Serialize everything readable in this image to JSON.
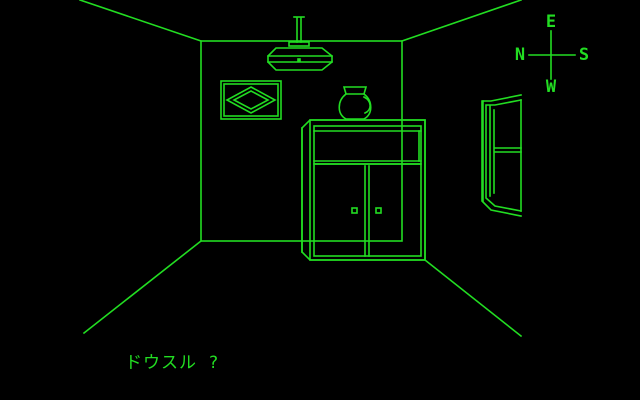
{
  "colors": {
    "background": "#000000",
    "foreground": "#22dd22"
  },
  "compass": {
    "north": "N",
    "south": "S",
    "east": "E",
    "west": "W"
  },
  "command_prompt": {
    "text": "ドウスル ?"
  },
  "scene_objects": [
    "ceiling-lamp-icon",
    "framed-picture-icon",
    "vase-icon",
    "cabinet-icon",
    "window-icon"
  ]
}
